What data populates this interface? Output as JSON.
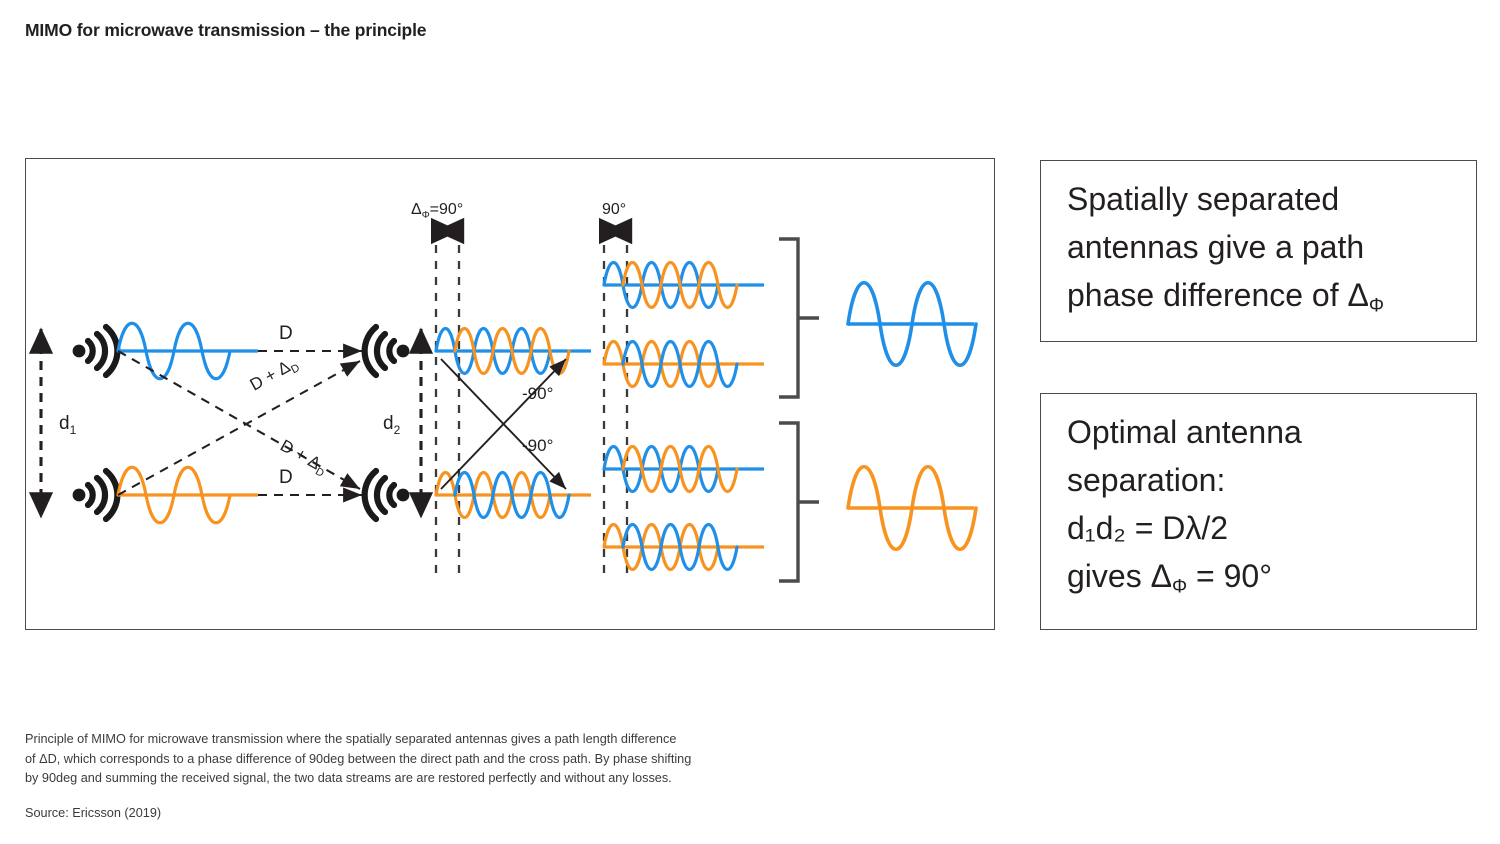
{
  "page": {
    "title": "MIMO for microwave transmission – the principle",
    "background_color": "#ffffff",
    "text_color": "#231f20"
  },
  "colors": {
    "blue": "#1f8fe8",
    "orange": "#f7931e",
    "line": "#231f20",
    "border": "#4b4b4b",
    "bracket": "#4b4b4b"
  },
  "diagram": {
    "name": "mimo-principle-diagram",
    "transmitters": [
      {
        "id": "tx-1",
        "color_ref": "blue",
        "label": "transmit-antenna-top"
      },
      {
        "id": "tx-2",
        "color_ref": "orange",
        "label": "transmit-antenna-bottom"
      }
    ],
    "receivers": [
      {
        "id": "rx-1",
        "label": "receive-antenna-top"
      },
      {
        "id": "rx-2",
        "label": "receive-antenna-bottom"
      }
    ],
    "separation_labels": [
      {
        "id": "d1",
        "text": "d",
        "sub": "1",
        "side": "left"
      },
      {
        "id": "d2",
        "text": "d",
        "sub": "2",
        "side": "right"
      }
    ],
    "path_labels": [
      {
        "id": "path-direct-top",
        "text": "D"
      },
      {
        "id": "path-direct-bottom",
        "text": "D"
      },
      {
        "id": "path-cross-up",
        "text": "D + Δ",
        "sub": "D"
      },
      {
        "id": "path-cross-down",
        "text": "D + Δ",
        "sub": "D"
      }
    ],
    "phase_markers": [
      {
        "id": "phase-marker-1",
        "text": "Δ",
        "sub": "Φ",
        "suffix": "=90°"
      },
      {
        "id": "phase-marker-2",
        "text": "90°",
        "sub": "",
        "suffix": ""
      }
    ],
    "shift_labels": [
      {
        "id": "shift-label-top",
        "text": "-90°"
      },
      {
        "id": "shift-label-bottom",
        "text": "-90°"
      }
    ]
  },
  "callouts": [
    {
      "id": "callout-spatial-separation",
      "lines": [
        {
          "text": "Spatially separated",
          "sub": ""
        },
        {
          "text": "antennas give a path",
          "sub": ""
        },
        {
          "text": "phase difference of Δ",
          "sub": "Φ"
        }
      ]
    },
    {
      "id": "callout-optimal-separation",
      "lines": [
        {
          "text": "Optimal antenna",
          "sub": ""
        },
        {
          "text": "separation:",
          "sub": ""
        },
        {
          "text": "d₁d₂ = Dλ/2",
          "sub": ""
        },
        {
          "text": "gives Δ",
          "sub": "Φ",
          "tail": " = 90°"
        }
      ]
    }
  ],
  "caption": {
    "lines": [
      "Principle of MIMO for microwave transmission where the spatially separated antennas gives a path length difference",
      "of ΔD, which corresponds to a phase difference of 90deg between the direct path and the cross path. By phase shifting",
      "by 90deg and summing the received signal, the two data streams are are restored perfectly and without any losses."
    ],
    "source": "Source: Ericsson (2019)"
  },
  "chart_data": {
    "type": "line",
    "title": "MIMO for microwave transmission – the principle",
    "description": "Schematic of 2x2 MIMO showing two transmit antennas, two receive antennas, direct and cross propagation paths, 90 degree phase offsets of the mixed received waveforms, -90 degree phase shifting, summation, and two perfectly recovered data streams.",
    "xlabel": "",
    "ylabel": "",
    "grid": false,
    "legend_position": "none",
    "waveforms": [
      {
        "name": "tx-stream-1",
        "color": "#1f8fe8",
        "cycles": 2,
        "phase_deg": 0,
        "amplitude": 1.0,
        "stage": "transmit"
      },
      {
        "name": "tx-stream-2",
        "color": "#f7931e",
        "cycles": 2,
        "phase_deg": 0,
        "amplitude": 1.0,
        "stage": "transmit"
      },
      {
        "name": "rx1-blue-direct",
        "color": "#1f8fe8",
        "cycles": 3,
        "phase_deg": 0,
        "amplitude": 0.62,
        "stage": "received-mixed-top"
      },
      {
        "name": "rx1-orange-cross",
        "color": "#f7931e",
        "cycles": 3,
        "phase_deg": -90,
        "amplitude": 0.62,
        "stage": "received-mixed-top"
      },
      {
        "name": "rx2-orange-direct",
        "color": "#f7931e",
        "cycles": 3,
        "phase_deg": 0,
        "amplitude": 0.62,
        "stage": "received-mixed-bottom"
      },
      {
        "name": "rx2-blue-cross",
        "color": "#1f8fe8",
        "cycles": 3,
        "phase_deg": -90,
        "amplitude": 0.62,
        "stage": "received-mixed-bottom"
      },
      {
        "name": "shifted-1-blue",
        "color": "#1f8fe8",
        "cycles": 3,
        "phase_deg": 0,
        "amplitude": 0.62,
        "stage": "phase-shifted-1"
      },
      {
        "name": "shifted-1-orange",
        "color": "#f7931e",
        "cycles": 3,
        "phase_deg": -90,
        "amplitude": 0.62,
        "stage": "phase-shifted-1"
      },
      {
        "name": "shifted-2-orange",
        "color": "#f7931e",
        "cycles": 3,
        "phase_deg": 0,
        "amplitude": 0.62,
        "stage": "phase-shifted-2"
      },
      {
        "name": "shifted-2-blue",
        "color": "#1f8fe8",
        "cycles": 3,
        "phase_deg": -90,
        "amplitude": 0.62,
        "stage": "phase-shifted-2"
      },
      {
        "name": "shifted-3-blue",
        "color": "#1f8fe8",
        "cycles": 3,
        "phase_deg": 0,
        "amplitude": 0.62,
        "stage": "phase-shifted-3"
      },
      {
        "name": "shifted-3-orange",
        "color": "#f7931e",
        "cycles": 3,
        "phase_deg": -90,
        "amplitude": 0.62,
        "stage": "phase-shifted-3"
      },
      {
        "name": "shifted-4-orange",
        "color": "#f7931e",
        "cycles": 3,
        "phase_deg": 0,
        "amplitude": 0.62,
        "stage": "phase-shifted-4"
      },
      {
        "name": "shifted-4-blue",
        "color": "#1f8fe8",
        "cycles": 3,
        "phase_deg": -90,
        "amplitude": 0.62,
        "stage": "phase-shifted-4"
      },
      {
        "name": "output-stream-1",
        "color": "#1f8fe8",
        "cycles": 2,
        "phase_deg": 0,
        "amplitude": 1.0,
        "stage": "recovered"
      },
      {
        "name": "output-stream-2",
        "color": "#f7931e",
        "cycles": 2,
        "phase_deg": 0,
        "amplitude": 1.0,
        "stage": "recovered"
      }
    ],
    "annotations": [
      {
        "text": "D",
        "meaning": "direct path length"
      },
      {
        "text": "D + ΔD",
        "meaning": "cross path length"
      },
      {
        "text": "ΔΦ=90°",
        "meaning": "phase difference between paths"
      },
      {
        "text": "90°",
        "meaning": "phase difference after shift"
      },
      {
        "text": "-90°",
        "meaning": "applied phase shift"
      },
      {
        "text": "d1",
        "meaning": "transmit antenna separation"
      },
      {
        "text": "d2",
        "meaning": "receive antenna separation"
      }
    ]
  }
}
